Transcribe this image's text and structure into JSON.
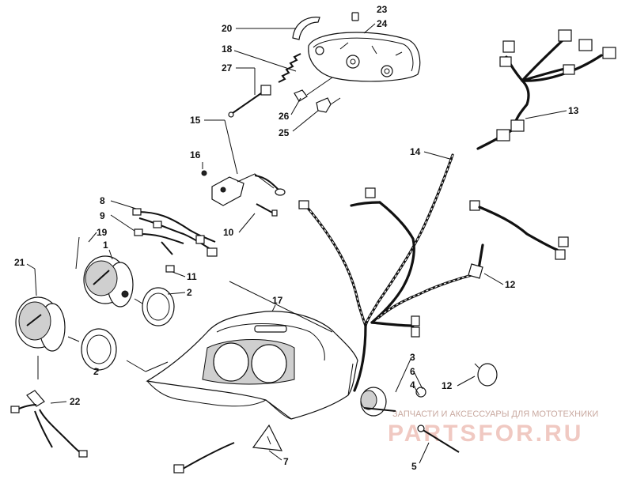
{
  "callouts": {
    "c1": "1",
    "c2a": "2",
    "c2b": "2",
    "c3": "3",
    "c4": "4",
    "c5": "5",
    "c6": "6",
    "c7": "7",
    "c8": "8",
    "c9": "9",
    "c10": "10",
    "c11": "11",
    "c12a": "12",
    "c12b": "12",
    "c13": "13",
    "c14": "14",
    "c15": "15",
    "c16": "16",
    "c17": "17",
    "c18": "18",
    "c19": "19",
    "c20": "20",
    "c21": "21",
    "c22": "22",
    "c23": "23",
    "c24": "24",
    "c25": "25",
    "c26": "26",
    "c27": "27"
  },
  "watermark": {
    "tagline": "ЗАПЧАСТИ И АКСЕССУАРЫ ДЛЯ МОТОТЕХНИКИ",
    "logo": "PARTSFOR.RU"
  },
  "colors": {
    "line": "#111111",
    "watermark": "#f0c9c2",
    "background": "#ffffff"
  }
}
